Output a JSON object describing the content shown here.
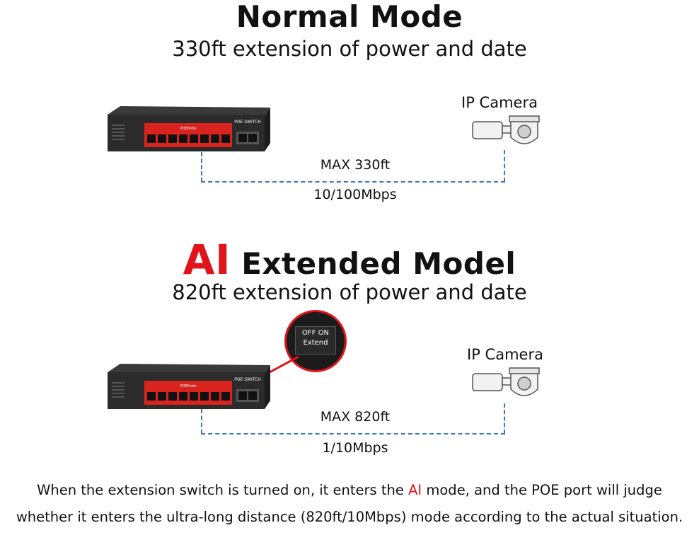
{
  "normal": {
    "title": "Normal Mode",
    "subtitle": "330ft extension of power and date",
    "camera_label": "IP Camera",
    "distance": "MAX 330ft",
    "speed": "10/100Mbps"
  },
  "extended": {
    "title_ai": "AI",
    "title_rest": "Extended Model",
    "subtitle": "820ft extension of power and date",
    "camera_label": "IP Camera",
    "distance": "MAX 820ft",
    "speed": "1/10Mbps",
    "switch_zoom": {
      "top": "OFF ON",
      "bottom": "Extend"
    }
  },
  "switch": {
    "brand": "POE SWITCH",
    "ports_label": "POEPorts"
  },
  "note": {
    "line1_before": "When the extension switch is turned on, it enters the ",
    "line1_ai": "AI",
    "line1_after": " mode, and the POE port will judge",
    "line2": "whether it enters the ultra-long distance (820ft/10Mbps) mode according to the actual situation."
  },
  "colors": {
    "accent_red": "#e0141a",
    "dash_blue": "#3b78c4",
    "switch_body": "#2b2b2b",
    "port_panel": "#d8231f"
  },
  "icons": {
    "switch": "poe-switch-icon",
    "camera": "ip-camera-icon"
  }
}
